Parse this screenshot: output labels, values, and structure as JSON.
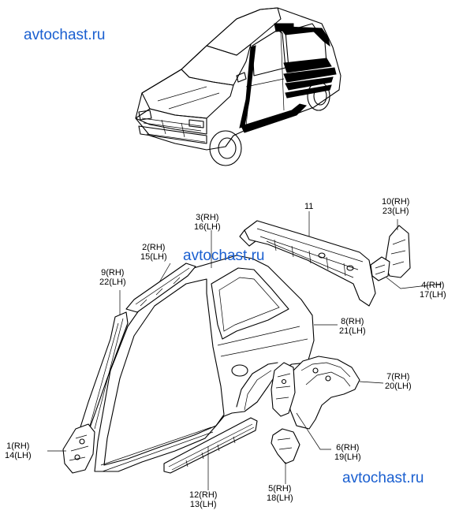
{
  "watermarks": [
    "avtochast.ru",
    "avtochast.ru",
    "avtochast.ru"
  ],
  "callouts": [
    {
      "id": "1",
      "lines": [
        "1(RH)",
        "14(LH)"
      ]
    },
    {
      "id": "2",
      "lines": [
        "2(RH)",
        "15(LH)"
      ]
    },
    {
      "id": "3",
      "lines": [
        "3(RH)",
        "16(LH)"
      ]
    },
    {
      "id": "4",
      "lines": [
        "4(RH)",
        "17(LH)"
      ]
    },
    {
      "id": "5",
      "lines": [
        "5(RH)",
        "18(LH)"
      ]
    },
    {
      "id": "6",
      "lines": [
        "6(RH)",
        "19(LH)"
      ]
    },
    {
      "id": "7",
      "lines": [
        "7(RH)",
        "20(LH)"
      ]
    },
    {
      "id": "8",
      "lines": [
        "8(RH)",
        "21(LH)"
      ]
    },
    {
      "id": "9",
      "lines": [
        "9(RH)",
        "22(LH)"
      ]
    },
    {
      "id": "10",
      "lines": [
        "10(RH)",
        "23(LH)"
      ]
    },
    {
      "id": "11",
      "lines": [
        "11"
      ]
    },
    {
      "id": "12",
      "lines": [
        "12(RH)",
        "13(LH)"
      ]
    }
  ]
}
